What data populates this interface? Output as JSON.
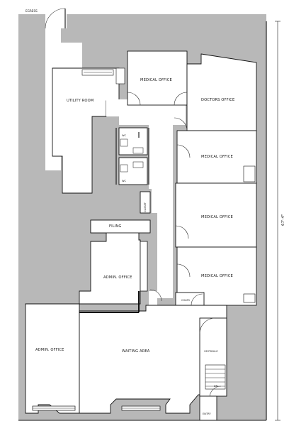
{
  "plan": {
    "egress_label": "EGRESS",
    "dimension_label": "67'-4\"",
    "rooms": {
      "utility_room": "UTILITY ROOM",
      "medical_office_top": "MEDICAL OFFICE",
      "doctors_office": "DOCTORS OFFICE",
      "medical_office_2": "MEDICAL OFFICE",
      "medical_office_3": "MEDICAL OFFICE",
      "medical_office_4": "MEDICAL OFFICE",
      "wc_upper": "WC",
      "wc_lower": "WC",
      "closet": "CLOSET",
      "filing": "FILING",
      "admin_office_center": "ADMIN. OFFICE",
      "coats": "COATS",
      "admin_office_left": "ADMIN. OFFICE",
      "waiting_area": "WAITING AREA",
      "vestibule": "VESTIBULE",
      "dn": "DN",
      "entry": "ENTRY"
    },
    "colors": {
      "hatch": "#b8b8b8",
      "wall": "#111111",
      "floor": "#ffffff"
    }
  }
}
